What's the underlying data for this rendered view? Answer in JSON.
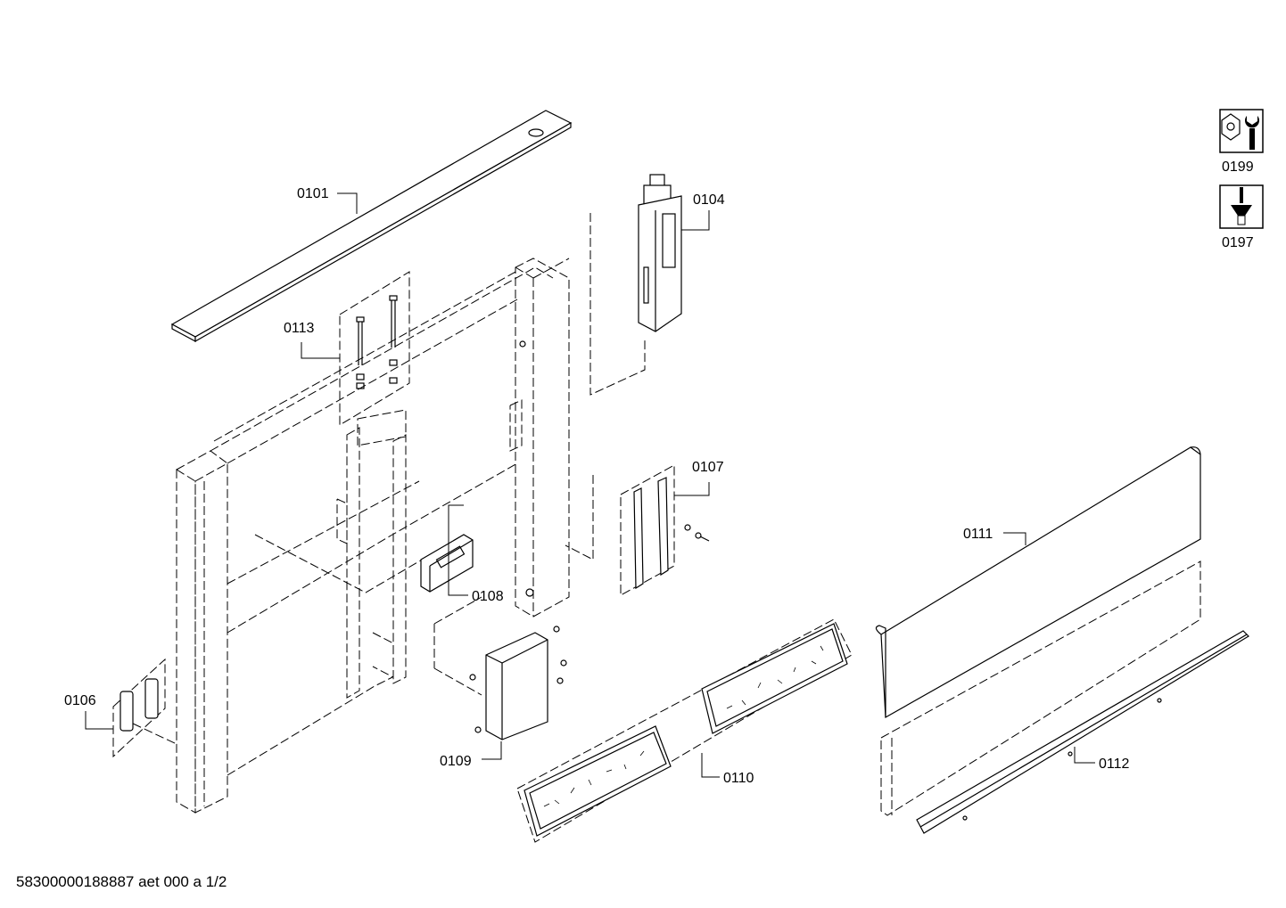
{
  "parts": [
    {
      "id": "p0101",
      "label": "0101"
    },
    {
      "id": "p0104",
      "label": "0104"
    },
    {
      "id": "p0113",
      "label": "0113"
    },
    {
      "id": "p0107",
      "label": "0107"
    },
    {
      "id": "p0111",
      "label": "0111"
    },
    {
      "id": "p0108",
      "label": "0108"
    },
    {
      "id": "p0106",
      "label": "0106"
    },
    {
      "id": "p0109",
      "label": "0109"
    },
    {
      "id": "p0110",
      "label": "0110"
    },
    {
      "id": "p0112",
      "label": "0112"
    }
  ],
  "legend": {
    "tool_kit": {
      "label": "0199",
      "icon": "nut-wrench-icon"
    },
    "screw_kit": {
      "label": "0197",
      "icon": "screwdriver-screw-icon"
    }
  },
  "footer": {
    "drawing_id": "58300000188887 aet 000 a 1/2"
  }
}
